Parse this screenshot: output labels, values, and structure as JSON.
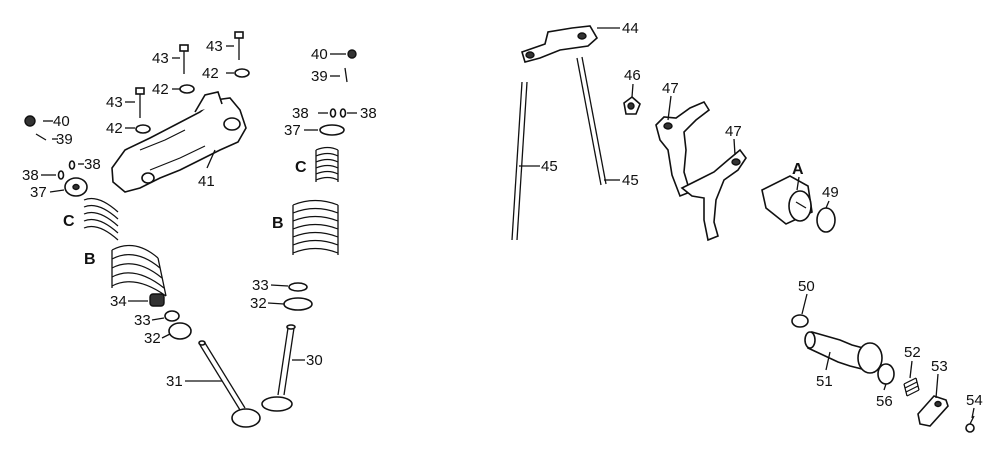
{
  "labels": {
    "n30": "30",
    "n31": "31",
    "n32a": "32",
    "n32b": "32",
    "n33a": "33",
    "n33b": "33",
    "n34": "34",
    "n37a": "37",
    "n37b": "37",
    "n38a": "38",
    "n38b": "38",
    "n38c": "38",
    "n38d": "38",
    "n39a": "39",
    "n39b": "39",
    "n40a": "40",
    "n40b": "40",
    "n41": "41",
    "n42a": "42",
    "n42b": "42",
    "n42c": "42",
    "n43a": "43",
    "n43b": "43",
    "n43c": "43",
    "n44": "44",
    "n45a": "45",
    "n45b": "45",
    "n46": "46",
    "n47a": "47",
    "n47b": "47",
    "n49": "49",
    "n50": "50",
    "n51": "51",
    "n52": "52",
    "n53": "53",
    "n54": "54",
    "n56": "56",
    "A": "A",
    "B1": "B",
    "B2": "B",
    "C1": "C",
    "C2": "C"
  }
}
